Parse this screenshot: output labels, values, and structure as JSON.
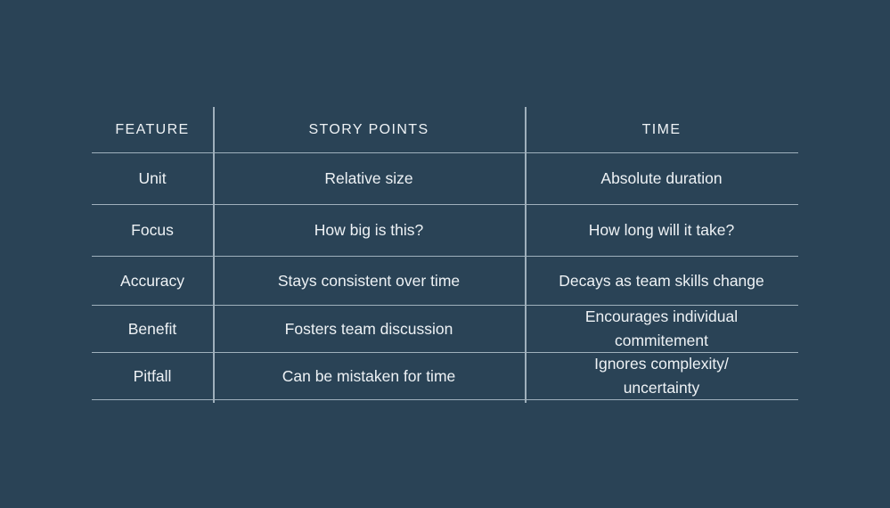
{
  "slide": {
    "background_color": "#2a4356",
    "rule_color": "#9fb0bc",
    "text_color": "#eef2f5"
  },
  "table": {
    "columns": [
      "FEATURE",
      "STORY POINTS",
      "TIME"
    ],
    "rows": [
      {
        "feature": "Unit",
        "story_points": "Relative size",
        "time": "Absolute duration"
      },
      {
        "feature": "Focus",
        "story_points": "How big is this?",
        "time": "How long will it take?"
      },
      {
        "feature": "Accuracy",
        "story_points": "Stays consistent over time",
        "time": "Decays as team skills change"
      },
      {
        "feature": "Benefit",
        "story_points": "Fosters team discussion",
        "time_line1": "Encourages individual",
        "time_line2": "commitement"
      },
      {
        "feature": "Pitfall",
        "story_points": "Can be mistaken for time",
        "time_line1": "Ignores complexity/",
        "time_line2": "uncertainty"
      }
    ]
  }
}
